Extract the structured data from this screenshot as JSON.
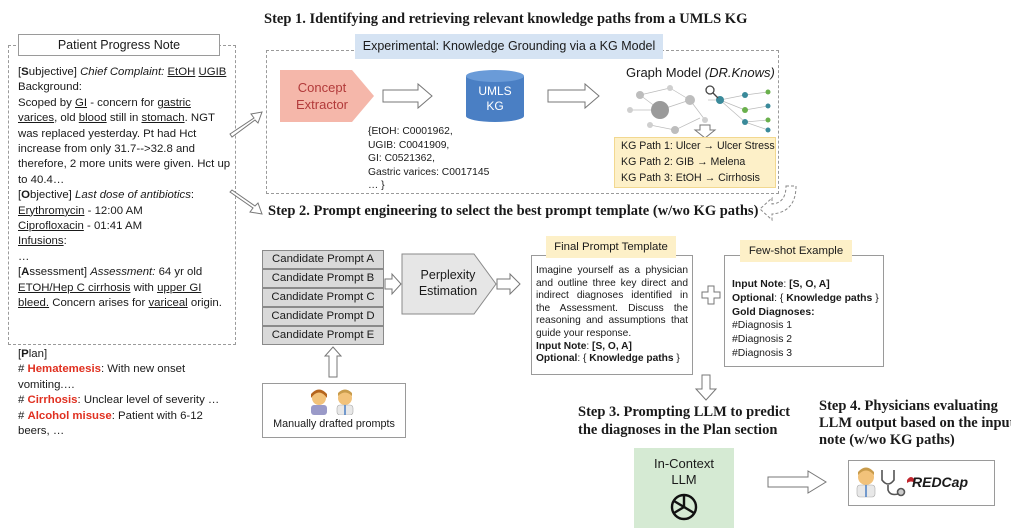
{
  "step1": {
    "title": "Step 1.  Identifying and retrieving relevant knowledge paths from a UMLS KG"
  },
  "step2": {
    "title": "Step 2. Prompt engineering to select the best prompt template (w/wo KG paths)"
  },
  "step3": {
    "title_line1": "Step 3. Prompting LLM to predict",
    "title_line2": "the diagnoses in the Plan section"
  },
  "step4": {
    "title_line1": "Step 4. Physicians evaluating",
    "title_line2": "LLM output based on the input",
    "title_line3": "note (w/wo KG paths)"
  },
  "note": {
    "label": "Patient Progress Note",
    "subjective_s": "S",
    "subjective_rest": "ubjective]",
    "cc_label": "Chief Complaint:",
    "cc_value_1": "EtOH",
    "cc_value_2": "UGIB",
    "background": "Background:",
    "t1": "Scoped by",
    "gi": "GI",
    "t2": "- concern for",
    "gastric": "gastric",
    "varices": "varices",
    "t3": ", old",
    "blood": "blood",
    "t4": "still in",
    "stomach": "stomach",
    "t5": ".  NGT was replaced yesterday.  Pt had Hct increase from only 31.7-->32.8 and therefore, 2 more units were given.",
    "t6": "Hct up to 40.4…",
    "objective_o": "O",
    "objective_rest": "bjective]",
    "last_dose": "Last dose of antibiotics",
    "erythro": "Erythromycin",
    "erythro_time": "- 12:00 AM",
    "cipro": "Ciprofloxacin",
    "cipro_time": "- 01:41 AM",
    "infusions": "Infusions",
    "ellipsis": "…",
    "assessment_a": "A",
    "assessment_rest": "ssessment]",
    "assessment_label": "Assessment:",
    "a1": "64 yr old",
    "etoh_hep": "ETOH/Hep C cirrhosis",
    "a2": "with",
    "upper_gi": "upper GI",
    "bleed": "bleed.",
    "a3": "Concern arises for",
    "variceal": "variceal",
    "origin": "origin."
  },
  "plan": {
    "p": "P",
    "rest": "lan]",
    "d1_name": "Hematemesis",
    "d1_text": ": With new onset vomiting.…",
    "d2_name": "Cirrhosis",
    "d2_text": ": Unclear level of severity …",
    "d3_name": "Alcohol misuse",
    "d3_text": ": Patient with 6-12 beers, …",
    "hash": "# "
  },
  "kg": {
    "header": "Experimental: Knowledge Grounding via a KG Model",
    "concept_line1": "Concept",
    "concept_line2": "Extractor",
    "umls_line1": "UMLS",
    "umls_line2": "KG",
    "codes": [
      "{EtOH: C0001962,",
      "UGIB: C0041909,",
      "GI: C0521362,",
      "Gastric varices: C0017145",
      "… }"
    ],
    "graph_title": "Graph Model",
    "graph_model_name": "(DR.Knows)",
    "paths": [
      "KG Path 1: Ulcer  →  Ulcer Stress",
      "KG Path 2: GIB  →  Melena",
      "KG Path 3: EtOH  →  Cirrhosis"
    ]
  },
  "prompts": {
    "candidates": [
      "Candidate Prompt A",
      "Candidate Prompt B",
      "Candidate Prompt C",
      "Candidate Prompt D",
      "Candidate Prompt E"
    ],
    "perplexity_line1": "Perplexity",
    "perplexity_line2": "Estimation",
    "manual": "Manually drafted prompts"
  },
  "final_prompt": {
    "header": "Final Prompt Template",
    "body": "Imagine yourself as a physician and outline three key direct and indirect diagnoses identified in the Assessment. Discuss the reasoning and assumptions that guide your response.",
    "input_label": "Input Note",
    "input_value": "[S, O, A]",
    "optional_label": "Optional",
    "optional_value": "Knowledge paths"
  },
  "fewshot": {
    "header": "Few-shot Example",
    "input_label": "Input Note",
    "input_value": "[S, O, A]",
    "optional_label": "Optional",
    "optional_value": "Knowledge paths",
    "gold": "Gold Diagnoses:",
    "diagnoses": [
      "#Diagnosis 1",
      "#Diagnosis 2",
      "#Diagnosis 3"
    ]
  },
  "llm": {
    "line1": "In-Context",
    "line2": "LLM"
  },
  "redcap": {
    "label": "REDCap"
  },
  "colors": {
    "red": "#e03020",
    "umls_blue": "#4a7fc4",
    "yellow": "#fdf0c8",
    "green": "#d5ead3",
    "header_blue": "#d5e3f3",
    "concept_pink": "#f5b7aa"
  },
  "icons": [
    "arrow-right-icon",
    "arrow-up-icon",
    "arrow-down-icon",
    "plus-icon",
    "graph-network-icon",
    "magnifier-icon",
    "person-icon",
    "doctor-icon",
    "stethoscope-icon",
    "openai-logo-icon",
    "cylinder-icon"
  ]
}
